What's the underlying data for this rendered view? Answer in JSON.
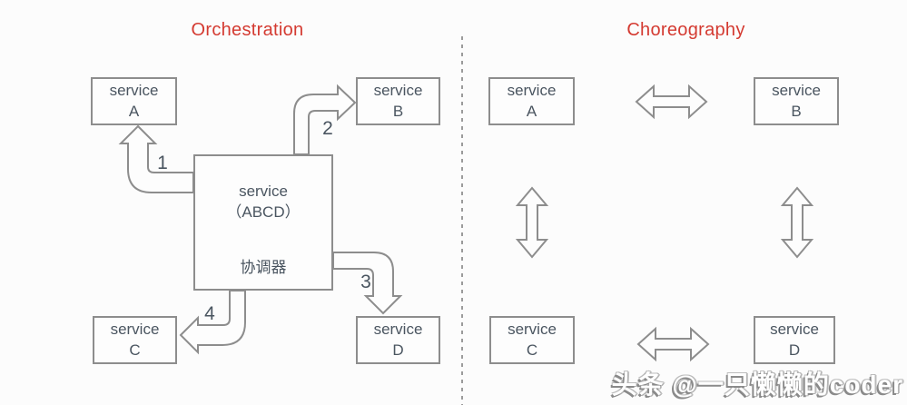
{
  "orchestration": {
    "title": "Orchestration",
    "services": {
      "a": {
        "name": "service",
        "letter": "A"
      },
      "b": {
        "name": "service",
        "letter": "B"
      },
      "c": {
        "name": "service",
        "letter": "C"
      },
      "d": {
        "name": "service",
        "letter": "D"
      }
    },
    "coordinator": {
      "name": "service",
      "group": "（ABCD）",
      "role": "协调器"
    },
    "steps": {
      "s1": "1",
      "s2": "2",
      "s3": "3",
      "s4": "4"
    }
  },
  "choreography": {
    "title": "Choreography",
    "services": {
      "a": {
        "name": "service",
        "letter": "A"
      },
      "b": {
        "name": "service",
        "letter": "B"
      },
      "c": {
        "name": "service",
        "letter": "C"
      },
      "d": {
        "name": "service",
        "letter": "D"
      }
    }
  },
  "watermark": "头条 @一只懒懒的coder",
  "colors": {
    "title_red": "#d43a31",
    "box_border": "#8d8d8d",
    "box_text": "#4a5560",
    "arrow_stroke": "#8d8d8d",
    "divider_gray": "#9b9b9b",
    "background": "#fcfcfc"
  }
}
